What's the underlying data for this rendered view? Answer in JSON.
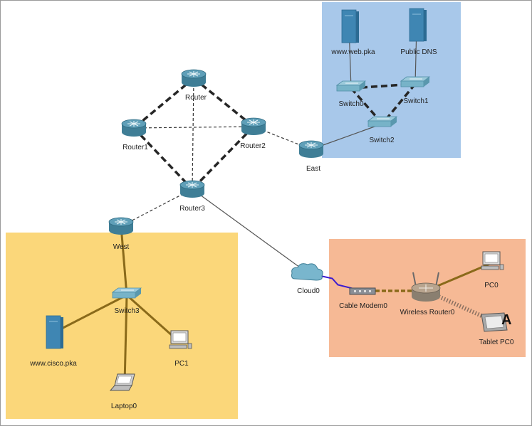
{
  "callout": "A",
  "colors": {
    "top_zone": "#a8c8ea",
    "bottom_left_zone": "#fbd77a",
    "bottom_right_zone": "#f6b995",
    "router_body": "#5f9fb8",
    "switch_body": "#77b3c8",
    "server_body": "#3f86b3",
    "copper_link": "#8a6a1a",
    "serial_link": "#3a1ad0"
  },
  "devices": [
    {
      "id": "router",
      "label": "Router",
      "type": "router"
    },
    {
      "id": "router1",
      "label": "Router1",
      "type": "router"
    },
    {
      "id": "router2",
      "label": "Router2",
      "type": "router"
    },
    {
      "id": "router3",
      "label": "Router3",
      "type": "router"
    },
    {
      "id": "east",
      "label": "East",
      "type": "router"
    },
    {
      "id": "west",
      "label": "West",
      "type": "router"
    },
    {
      "id": "web",
      "label": "www.web.pka",
      "type": "server"
    },
    {
      "id": "dns",
      "label": "Public DNS",
      "type": "server"
    },
    {
      "id": "switch0",
      "label": "Switch0",
      "type": "switch"
    },
    {
      "id": "switch1",
      "label": "Switch1",
      "type": "switch"
    },
    {
      "id": "switch2",
      "label": "Switch2",
      "type": "switch"
    },
    {
      "id": "switch3",
      "label": "Switch3",
      "type": "switch"
    },
    {
      "id": "cisco",
      "label": "www.cisco.pka",
      "type": "server"
    },
    {
      "id": "pc1",
      "label": "PC1",
      "type": "pc"
    },
    {
      "id": "laptop0",
      "label": "Laptop0",
      "type": "laptop"
    },
    {
      "id": "cloud0",
      "label": "Cloud0",
      "type": "cloud"
    },
    {
      "id": "modem0",
      "label": "Cable Modem0",
      "type": "modem"
    },
    {
      "id": "wrouter0",
      "label": "Wireless Router0",
      "type": "wireless_router"
    },
    {
      "id": "pc0",
      "label": "PC0",
      "type": "pc"
    },
    {
      "id": "tablet0",
      "label": "Tablet PC0",
      "type": "tablet"
    }
  ],
  "links": [
    {
      "from": "router",
      "to": "router1",
      "style": "thick-dashed"
    },
    {
      "from": "router",
      "to": "router2",
      "style": "thick-dashed"
    },
    {
      "from": "router1",
      "to": "router3",
      "style": "thick-dashed"
    },
    {
      "from": "router2",
      "to": "router3",
      "style": "thick-dashed"
    },
    {
      "from": "router1",
      "to": "router2",
      "style": "thin-dashed"
    },
    {
      "from": "router",
      "to": "router3",
      "style": "thin-dashed"
    },
    {
      "from": "router2",
      "to": "east",
      "style": "thin-dashed"
    },
    {
      "from": "router3",
      "to": "west",
      "style": "thin-dashed"
    },
    {
      "from": "router3",
      "to": "cloud0",
      "style": "solid"
    },
    {
      "from": "east",
      "to": "switch2",
      "style": "solid"
    },
    {
      "from": "web",
      "to": "switch0",
      "style": "solid"
    },
    {
      "from": "dns",
      "to": "switch1",
      "style": "solid"
    },
    {
      "from": "switch0",
      "to": "switch1",
      "style": "thick-dashed"
    },
    {
      "from": "switch0",
      "to": "switch2",
      "style": "thick-dashed"
    },
    {
      "from": "switch1",
      "to": "switch2",
      "style": "thick-dashed"
    },
    {
      "from": "west",
      "to": "switch3",
      "style": "copper"
    },
    {
      "from": "switch3",
      "to": "cisco",
      "style": "copper"
    },
    {
      "from": "switch3",
      "to": "pc1",
      "style": "copper"
    },
    {
      "from": "switch3",
      "to": "laptop0",
      "style": "copper"
    },
    {
      "from": "cloud0",
      "to": "modem0",
      "style": "serial"
    },
    {
      "from": "modem0",
      "to": "wrouter0",
      "style": "copper-dashed"
    },
    {
      "from": "wrouter0",
      "to": "pc0",
      "style": "copper"
    },
    {
      "from": "wrouter0",
      "to": "tablet0",
      "style": "wireless"
    }
  ]
}
